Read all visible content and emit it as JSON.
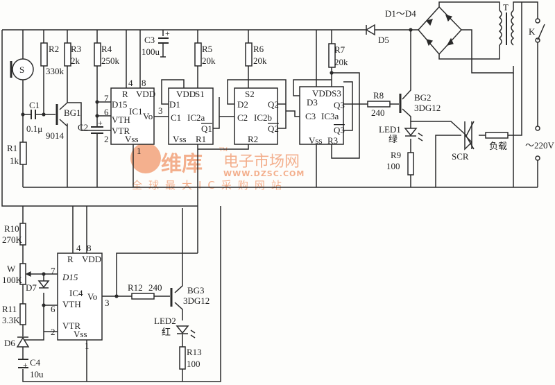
{
  "mic": {
    "label": "S"
  },
  "resistors": {
    "r1": {
      "name": "R1",
      "value": "1k"
    },
    "r2": {
      "name": "R2",
      "value": "330k"
    },
    "r3": {
      "name": "R3",
      "value": "2k"
    },
    "r4": {
      "name": "R4",
      "value": "250k"
    },
    "r5": {
      "name": "R5",
      "value": "20k"
    },
    "r6": {
      "name": "R6",
      "value": "20k"
    },
    "r7": {
      "name": "R7",
      "value": "20k"
    },
    "r8": {
      "name": "R8",
      "value": "240"
    },
    "r9": {
      "name": "R9",
      "value": "100"
    },
    "r10": {
      "name": "R10",
      "value": "270K"
    },
    "w": {
      "name": "W",
      "value": "100K"
    },
    "r11": {
      "name": "R11",
      "value": "3.3K"
    },
    "r12": {
      "name": "R12",
      "value": "240"
    },
    "r13": {
      "name": "R13",
      "value": "100"
    }
  },
  "capacitors": {
    "c1": {
      "name": "C1",
      "value": "0.1μ"
    },
    "c2": {
      "name": "C2"
    },
    "c3": {
      "name": "C3",
      "value": "100u"
    },
    "c4": {
      "name": "C4",
      "value": "10u"
    }
  },
  "transistors": {
    "bg1": {
      "name": "BG1",
      "type": "9014"
    },
    "bg2": {
      "name": "BG2",
      "type": "3DG12"
    },
    "bg3": {
      "name": "BG3",
      "type": "3DG12"
    }
  },
  "diodes": {
    "bridge": "D1～D4",
    "d5": "D5",
    "d6": "D6",
    "d7": "D7",
    "led1": {
      "name": "LED1",
      "color": "绿"
    },
    "led2": {
      "name": "LED2",
      "color": "红"
    },
    "scr": "SCR"
  },
  "ic1": {
    "name": "IC1",
    "pins": {
      "r": "R",
      "vdd": "VDD",
      "d15": "D15",
      "vth": "VTH",
      "vtr": "VTR",
      "vss": "Vss",
      "vo": "Vo"
    },
    "nums": {
      "p4": "4",
      "p8": "8",
      "p7": "7",
      "p6": "6",
      "p2": "2",
      "p3": "3",
      "p1": "1"
    }
  },
  "ic2a": {
    "name": "IC2a",
    "pins": {
      "vdd": "VDD",
      "s": "S1",
      "d": "D1",
      "c": "C1",
      "q": "Q1",
      "vss": "Vss",
      "r": "R1"
    }
  },
  "ic2b": {
    "name": "IC2b",
    "pins": {
      "s": "S2",
      "d": "D2",
      "c": "C2",
      "q": "Q2",
      "qb": "Q2",
      "r": "R2"
    }
  },
  "ic3a": {
    "name": "IC3a",
    "pins": {
      "vdd": "VDDS3",
      "d": "D3",
      "c": "C3",
      "q": "Q3",
      "qb": "Q3",
      "vss": "Vss",
      "r": "R3"
    }
  },
  "ic4": {
    "name": "IC4",
    "pins": {
      "r": "R",
      "vdd": "VDD",
      "d15": "D15",
      "vth": "VTH",
      "vtr": "VTR",
      "vss": "Vss",
      "vo": "Vo"
    },
    "nums": {
      "p4": "4",
      "p8": "8",
      "p7": "7",
      "p6": "6",
      "p2": "2",
      "p3": "3",
      "p1": "1"
    }
  },
  "power": {
    "transformer": "T",
    "switch": "K",
    "load": "负载",
    "mains": "～220V"
  },
  "watermark": {
    "brand": "维库",
    "site": "电子市场网",
    "url": "WWW.DZSC.COM",
    "slogan": "全球最大IC采购网站",
    "tm": "TM"
  }
}
